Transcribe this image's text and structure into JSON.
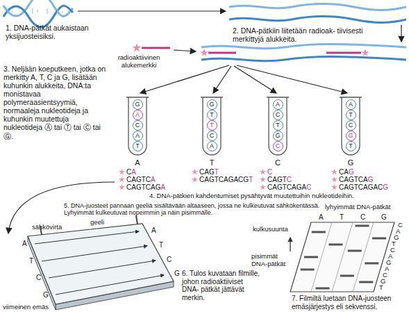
{
  "diagram": {
    "nodes": [
      {
        "text": [
          "A"
        ]
      },
      {
        "text": [
          "G"
        ],
        "in": 0
      },
      {
        "text": [
          "A"
        ],
        "in": 0
      },
      {
        "text": [
          "C"
        ],
        "in": 0
      },
      {
        "text": [
          "A"
        ],
        "in": 0
      },
      {
        "text": [
          "T"
        ],
        "in": 0
      },
      {
        "text": [
          "T"
        ]
      },
      {
        "text": [
          "G"
        ],
        "in": 6
      },
      {
        "text": [
          "T"
        ],
        "in": 6
      },
      {
        "text": [
          "T"
        ],
        "in": 6
      },
      {
        "text": [
          "C"
        ],
        "in": 6
      },
      {
        "text": [
          "A"
        ],
        "in": 6
      },
      {
        "text": [
          "C"
        ]
      },
      {
        "text": [
          "A"
        ],
        "in": 12
      },
      {
        "text": [
          "C"
        ],
        "in": 12
      },
      {
        "text": [
          "T"
        ],
        "in": 12
      },
      {
        "text": [
          "G"
        ],
        "in": 12
      },
      {
        "text": [
          "C"
        ],
        "in": 12
      },
      {
        "text": [
          "G"
        ]
      },
      {
        "text": [
          "A"
        ],
        "in": 18
      },
      {
        "text": [
          "T"
        ],
        "in": 18
      },
      {
        "text": [
          "C"
        ],
        "in": 18
      },
      {
        "text": [
          "G"
        ],
        "in": 18
      },
      {
        "text": [
          "T"
        ],
        "in": 18
      }
    ],
    "labels": [
      "1. DNA-pätkät aukaistaan yksijuosteisiksi.",
      "2. DNA-pätkiin liitetään radioak- tiivisesti merkittyjä alukkeita.",
      "radioaktiivinen alukemerkki",
      "3. Neljään koeputkeen, jotka on merkitty A, T, C ja G, lisätään kuhunkin alukkeita, DNA:ta monistavaa polymeraasientsyymiä, normaaleja nukleotideja ja kuhunkin muutettuja nukleotideja Ⓐ tai Ⓣ tai Ⓒ tai Ⓖ.",
      "CA",
      "CAGTCA",
      "CAGTCAGA",
      "CAGT",
      "CAGTCAGACGT",
      "C",
      "CAGTC",
      "CAGTCAGAC",
      "CAG",
      "CAGTCAG",
      "CAGTCAGACG",
      "4. DNA-pätkien kahdentumiset pysähtyvät muutettuihin nukleotideihin.",
      "5. DNA-juosteet pannaan geeliä sisältävään altaaseen, jossa ne kulkeutuvat sähkökentässä. Lyhyimmät kulkeutuvat nopeimmin ja näin pisimmälle.",
      "geeli",
      "sähkövirta",
      "A",
      "T",
      "C",
      "G",
      "viimeinen emäs",
      "A",
      "T",
      "C",
      "G",
      "6. Tulos kuvataan filmille, johon radioaktiiviset DNA- pätkät jättävät merkin.",
      "lyhyimmät DNA-pätkät",
      "kulkusuunta",
      "A",
      "T",
      "C",
      "G",
      "pisimmät DNA-pätkät",
      "C",
      "A",
      "G",
      "T",
      "C",
      "A",
      "G",
      "A",
      "C",
      "G",
      "T",
      "7. Filmiltä luetaan DNA-juosteen emäsjärjestys eli sekvenssi."
    ]
  }
}
